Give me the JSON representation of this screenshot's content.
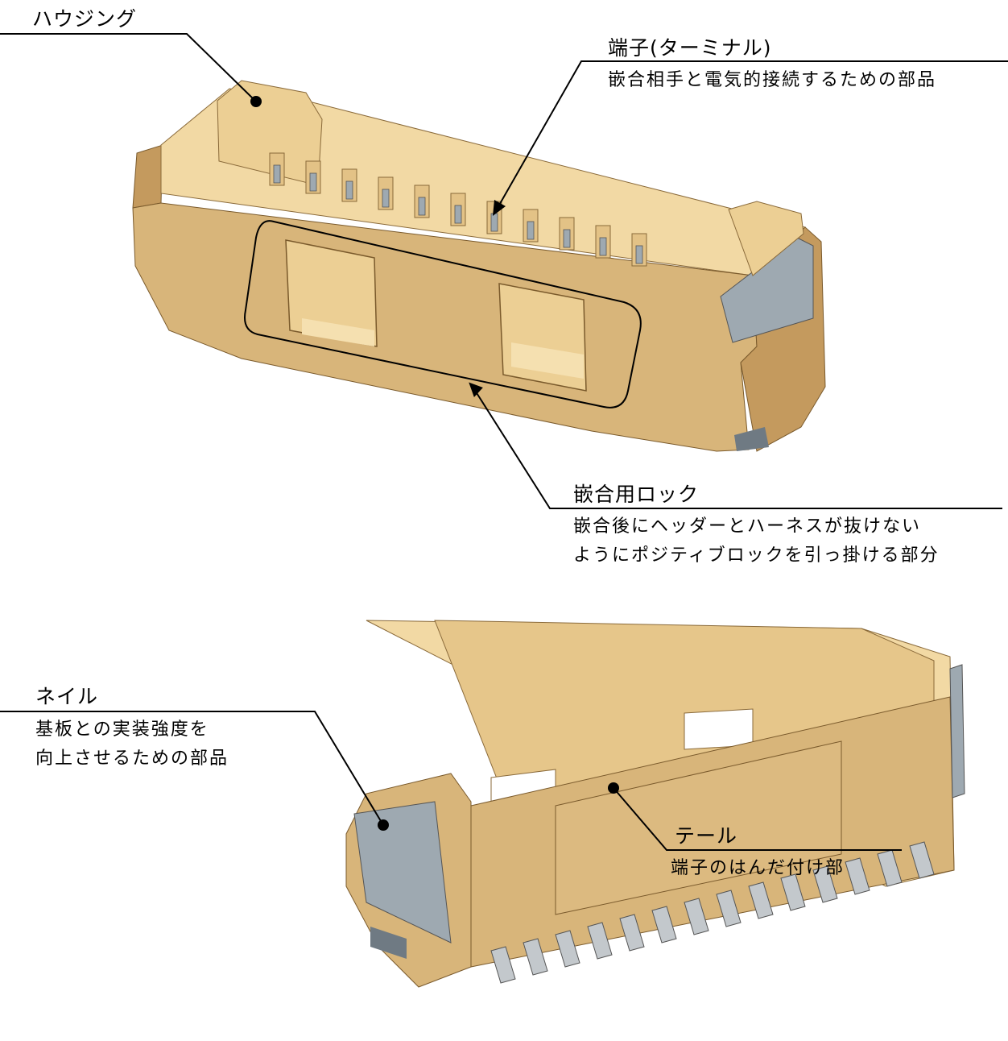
{
  "callouts": {
    "housing": {
      "title": "ハウジング"
    },
    "terminal": {
      "title": "端子(ターミナル)",
      "description": "嵌合相手と電気的接続するための部品"
    },
    "lock": {
      "title": "嵌合用ロック",
      "description": [
        "嵌合後にヘッダーとハーネスが抜けない",
        "ようにポジティブロックを引っ掛ける部分"
      ]
    },
    "nail": {
      "title": "ネイル",
      "description": [
        "基板との実装強度を",
        "向上させるための部品"
      ]
    },
    "tail": {
      "title": "テール",
      "description": "端子のはんだ付け部"
    }
  },
  "colors": {
    "housing_top": "#f2d9a4",
    "housing_front": "#d8b57a",
    "housing_side": "#c49a5e",
    "housing_dark": "#a98048",
    "metal": "#9ea9b1",
    "metal_dark": "#6f7a83",
    "line": "#000000"
  }
}
